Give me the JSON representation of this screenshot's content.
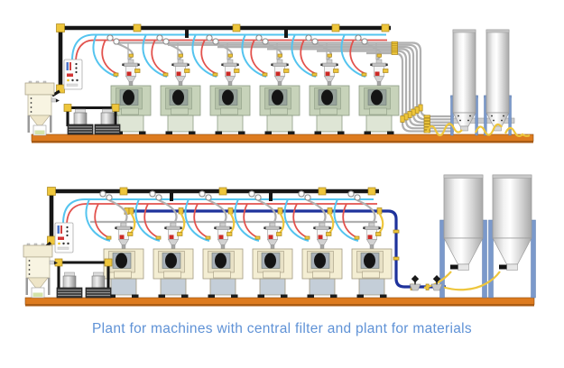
{
  "caption": "Plant for machines with central filter and plant for materials",
  "figure": {
    "diagrams": [
      {
        "label": "plant for machines with central filter",
        "machines": 6,
        "hopper_loaders": 6,
        "silos": 2,
        "vacuum_pumps": 2,
        "has_central_filter": true
      },
      {
        "label": "plant for materials",
        "machines": 6,
        "hopper_loaders": 6,
        "silos": 2,
        "vacuum_pumps": 2,
        "has_material_distribution_line": true
      }
    ],
    "components": [
      "central-filter",
      "control-panel",
      "vacuum-pump",
      "processing-machine",
      "hopper-loader",
      "storage-silo",
      "vacuum-main-pipe",
      "material-pipe-bundle",
      "material-distribution-pipe",
      "diverter-valve",
      "flexible-hose",
      "floor-platform"
    ]
  },
  "colors": {
    "background": "#ffffff",
    "caption_text": "#5f92d6",
    "floor": "#dd7b1f",
    "floor_shadow": "#a85a12",
    "pipe_black": "#161616",
    "pipe_gray": "#b0b0b0",
    "tube_cyan": "#54c4ef",
    "tube_red": "#e2524d",
    "fitting_yellow": "#eec63c",
    "pipe_navy": "#1f339c",
    "silo_leg_blue": "#7b99cb",
    "machine_top_body": "#c7d3ba",
    "machine_top_inner": "#b6c3aa",
    "machine_top_panel": "#97a29b",
    "machine_top_base": "#dee5d5",
    "machine_bottom_body": "#f4eed3",
    "machine_bottom_inner": "#e8e1c6",
    "machine_bottom_panel": "#a9b1b9",
    "machine_bottom_base": "#c4ced8",
    "hopper_label_red": "#cc2a26",
    "filter_body": "#f2ecd4",
    "bin_material": "#d3e3a9"
  }
}
